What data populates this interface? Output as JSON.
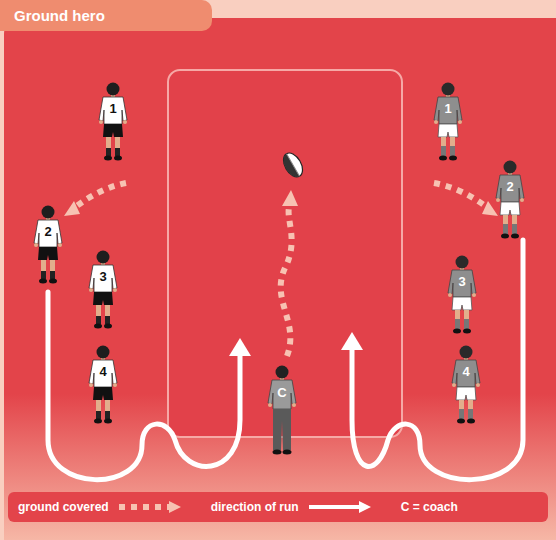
{
  "diagram": {
    "title": "Ground hero",
    "labels": [
      "1",
      "2",
      "3",
      "4",
      "1",
      "2",
      "3",
      "4",
      "C"
    ],
    "legend": [
      {
        "text": "ground covered"
      },
      {
        "text": "direction of run"
      },
      {
        "text": "C = coach"
      }
    ]
  }
}
